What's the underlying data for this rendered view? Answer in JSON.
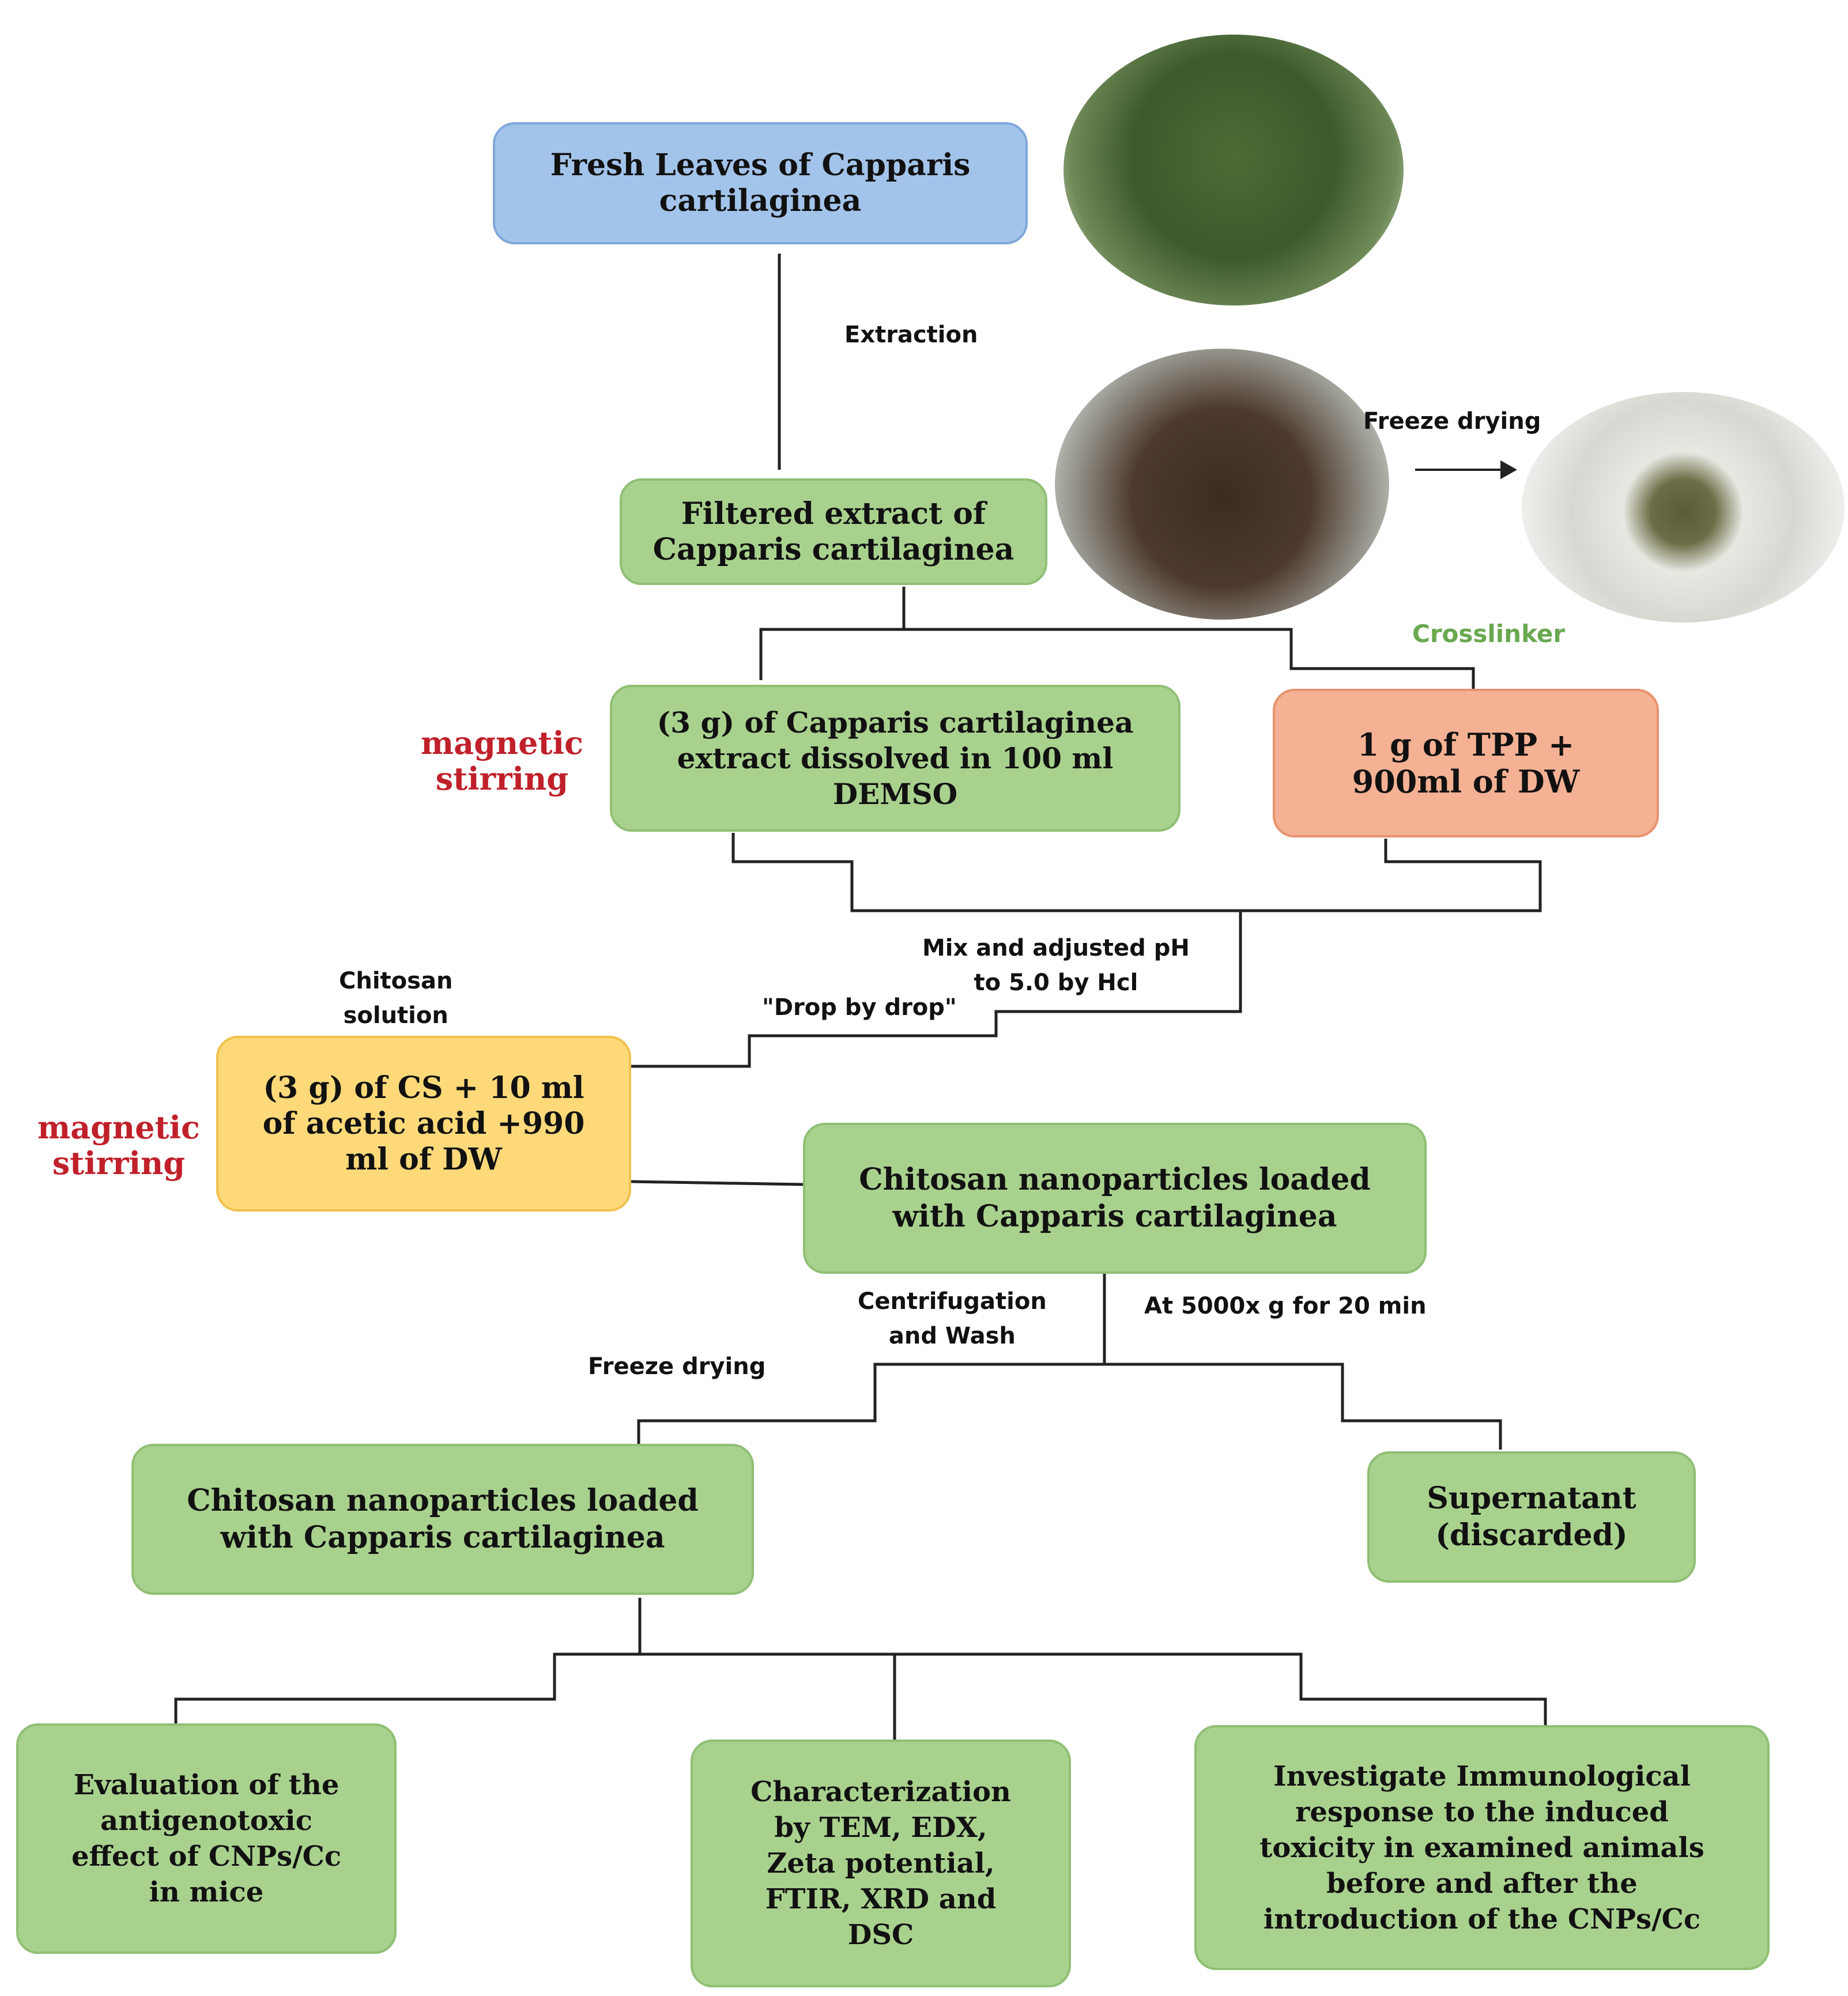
{
  "nodes": {
    "fresh_leaves": "Fresh Leaves of Capparis\ncartilaginea",
    "filtered_extract": "Filtered extract of\nCapparis cartilaginea",
    "extract_dissolved": "(3 g) of Capparis cartilaginea\nextract dissolved in 100 ml\nDEMSO",
    "tpp": "1 g of TPP +\n900ml of DW",
    "chitosan_solution": "(3 g) of CS + 10 ml\nof acetic acid +990\nml of DW",
    "cnps_loaded_1": "Chitosan nanoparticles loaded\nwith Capparis cartilaginea",
    "cnps_loaded_2": "Chitosan nanoparticles loaded\nwith Capparis cartilaginea",
    "supernatant": "Supernatant\n(discarded)",
    "evaluation": "Evaluation of the\nantigenotoxic\neffect of CNPs/Cc\nin mice",
    "characterization": "Characterization\nby TEM, EDX,\nZeta potential,\nFTIR, XRD and\nDSC",
    "immunological": "Investigate Immunological\nresponse to the induced\ntoxicity in examined animals\nbefore and after the\nintroduction of the CNPs/Cc"
  },
  "labels": {
    "extraction": "Extraction",
    "freeze_drying_top": "Freeze drying",
    "crosslinker": "Crosslinker",
    "magnetic_stirring_1": "magnetic\nstirring",
    "magnetic_stirring_2": "magnetic\nstirring",
    "mix_adjusted": "Mix and adjusted pH\nto 5.0 by Hcl",
    "chitosan_solution": "Chitosan\nsolution",
    "drop_by_drop": "\"Drop by drop\"",
    "centrifugation": "Centrifugation\nand Wash",
    "speed": "At 5000x g for 20 min",
    "freeze_drying_bottom": "Freeze drying"
  },
  "colors": {
    "green_box": "#a9d18e",
    "blue_box": "#a3c4ea",
    "salmon_box": "#f4b194",
    "yellow_box": "#fed97a",
    "red_text": "#c0202a",
    "crosslinker_text": "#6aa84f"
  }
}
